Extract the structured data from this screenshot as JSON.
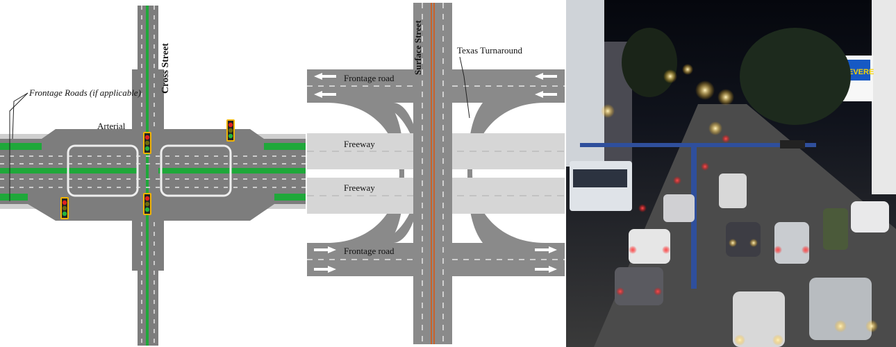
{
  "panel_a": {
    "frontage_label": "Frontage Roads (if applicable)",
    "arterial_label": "Arterial",
    "cross_street_label": "Cross Street",
    "signal_icon": "traffic-light-icon",
    "colors": {
      "road": "#7d7d7d",
      "median": "#1fa83a",
      "light_pavement": "#cfcfcf"
    }
  },
  "panel_b": {
    "frontage_top_label": "Frontage road",
    "frontage_bottom_label": "Frontage road",
    "freeway_top_label": "Freeway",
    "freeway_bottom_label": "Freeway",
    "surface_street_label": "Surface Street",
    "turnaround_label": "Texas Turnaround",
    "colors": {
      "road": "#8a8a8a",
      "freeway": "#d6d6d6",
      "center_line": "#c8622a"
    }
  },
  "panel_c": {
    "sign_top": "EVERE",
    "sign_mid": "",
    "colors": {
      "sky": "#0b0f1a",
      "light_warm": "#ffd27a",
      "light_red": "#ff3b3b"
    }
  }
}
